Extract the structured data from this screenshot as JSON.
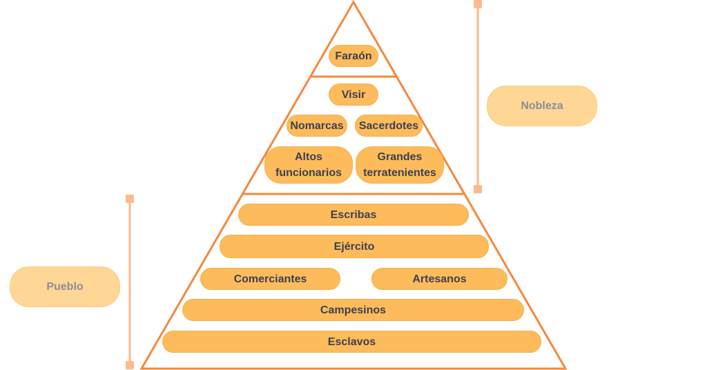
{
  "top": {
    "faraon": "Faraón"
  },
  "nobility": {
    "visir": "Visir",
    "nomarcas": "Nomarcas",
    "sacerdotes": "Sacerdotes",
    "altos_line1": "Altos",
    "altos_line2": "funcionarios",
    "grandes_line1": "Grandes",
    "grandes_line2": "terratenientes"
  },
  "people": {
    "escribas": "Escribas",
    "ejercito": "Ejército",
    "comerciantes": "Comerciantes",
    "artesanos": "Artesanos",
    "campesinos": "Campesinos",
    "esclavos": "Esclavos"
  },
  "groups": {
    "nobleza": "Nobleza",
    "pueblo": "Pueblo"
  },
  "colors": {
    "outline": "#F5873C",
    "box": "#FDBB5B",
    "bracket": "#FDB98C",
    "group_label": "#FED696"
  }
}
